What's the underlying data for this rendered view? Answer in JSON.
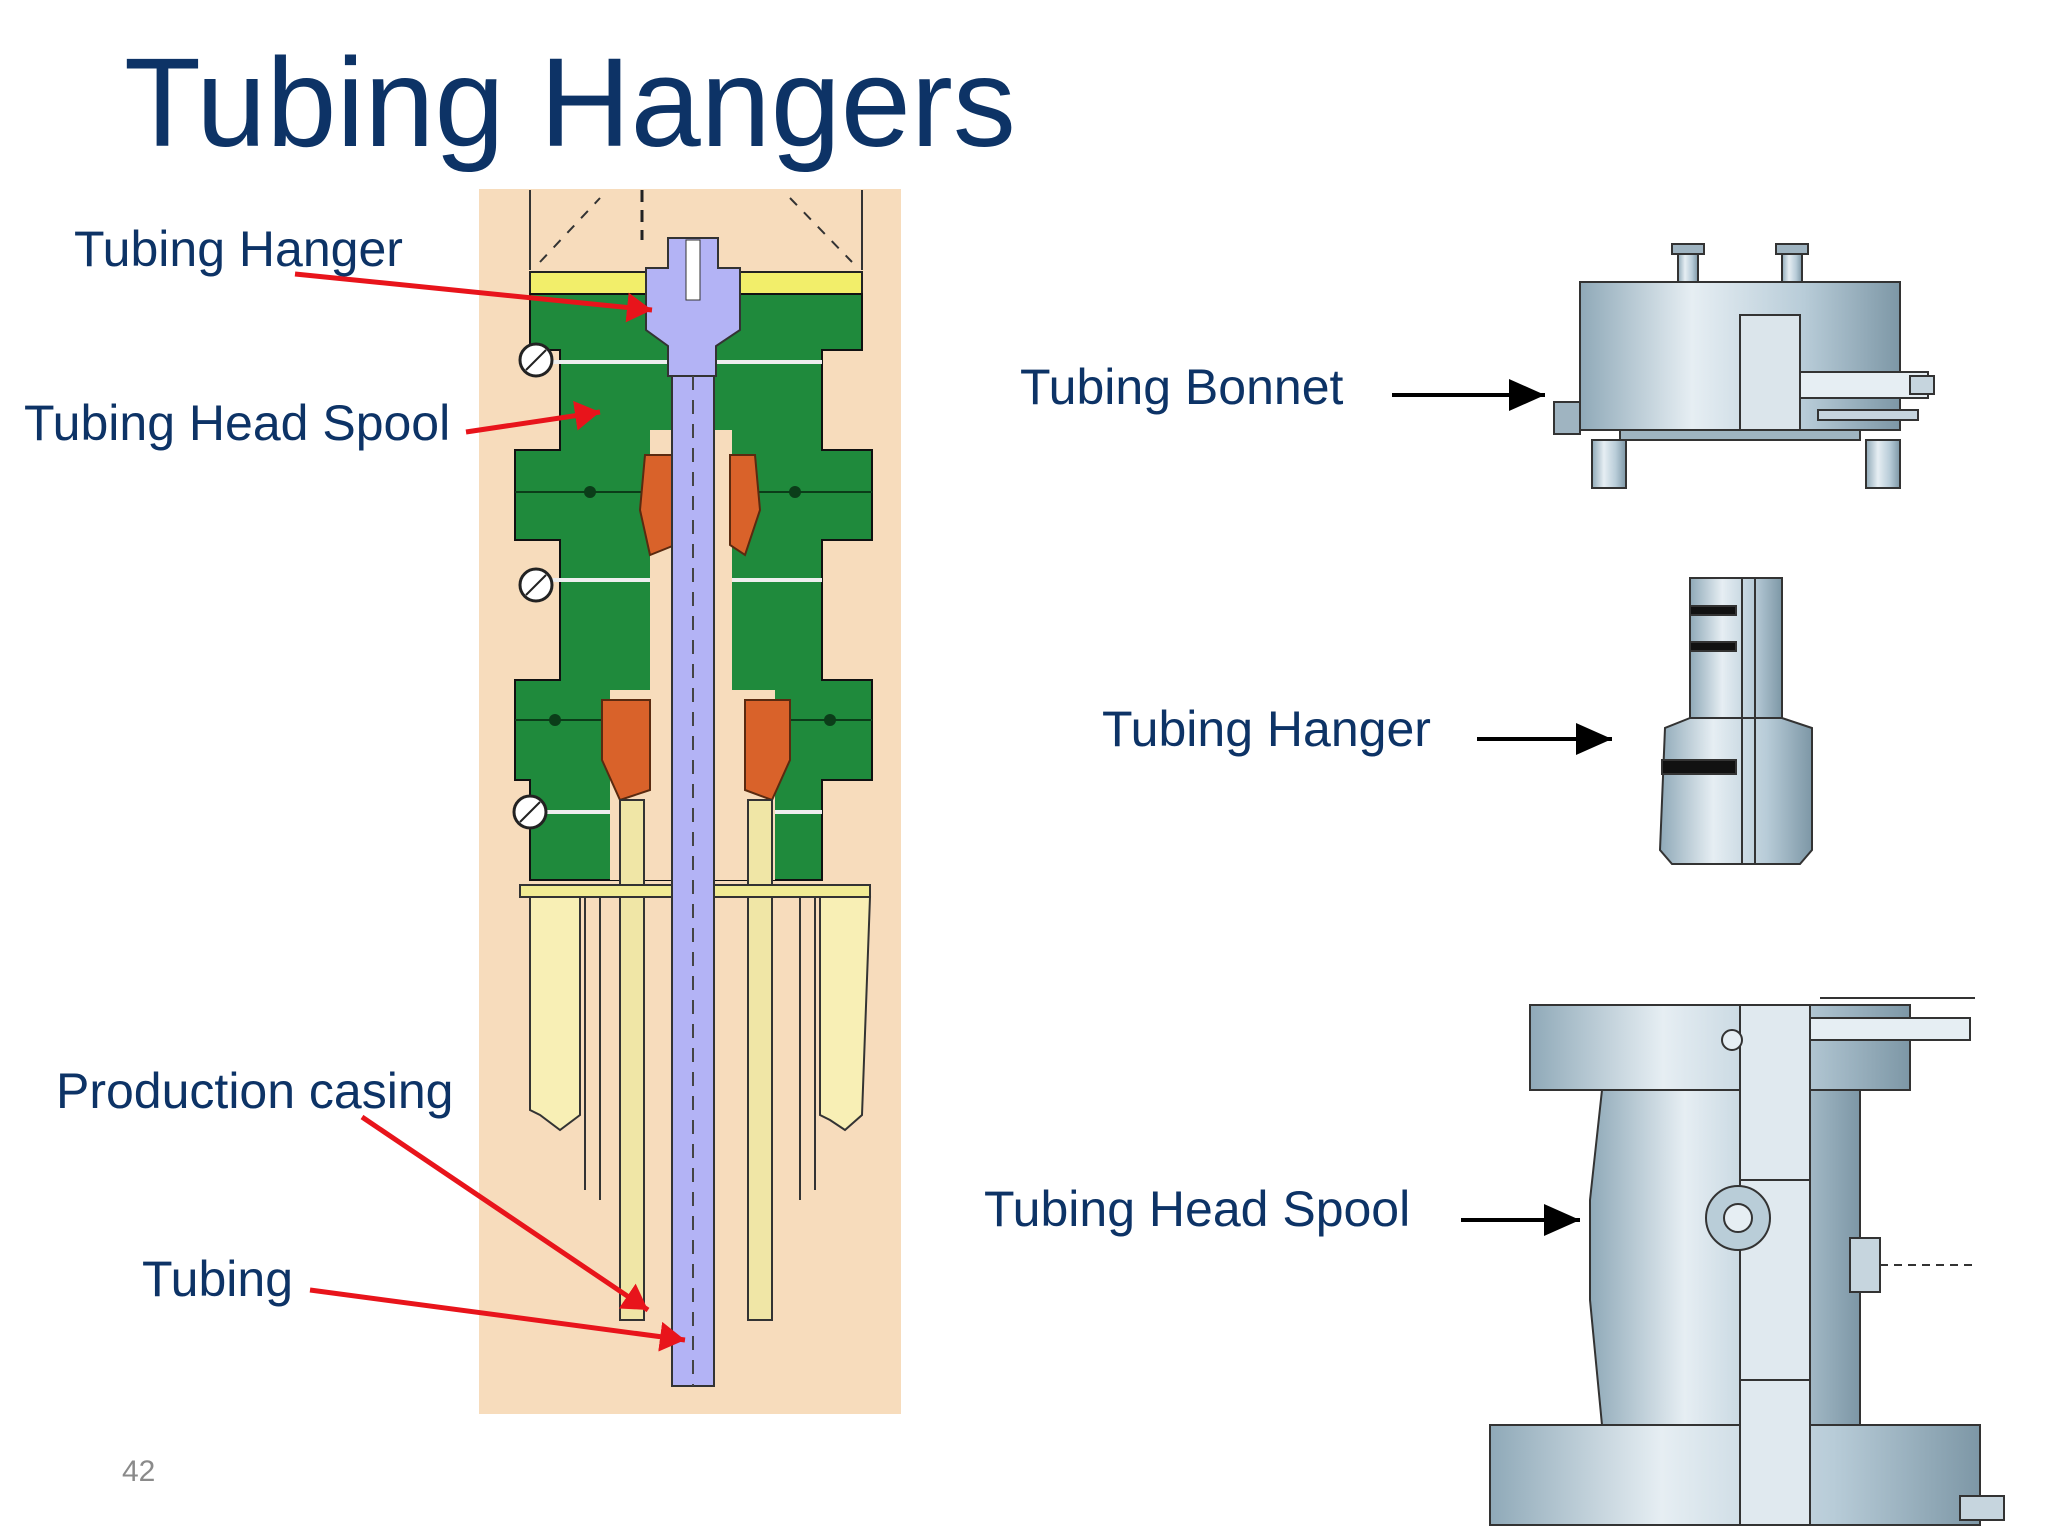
{
  "slide": {
    "title": "Tubing Hangers",
    "page_number": "42"
  },
  "left_labels": {
    "tubing_hanger": "Tubing Hanger",
    "tubing_head_spool": "Tubing Head Spool",
    "production_casing": "Production casing",
    "tubing": "Tubing"
  },
  "right_labels": {
    "tubing_bonnet": "Tubing Bonnet",
    "tubing_hanger": "Tubing Hanger",
    "tubing_head_spool": "Tubing Head Spool"
  },
  "colors": {
    "title": "#0d3366",
    "callout_arrow_left": "#e8141b",
    "callout_arrow_right": "#000000",
    "background_panel": "#f7dcbc",
    "spool_green": "#1f8a3c",
    "hanger_lavender": "#b3b3f5",
    "seal_orange": "#d9622a",
    "part_steel": "#b9cdd8"
  }
}
